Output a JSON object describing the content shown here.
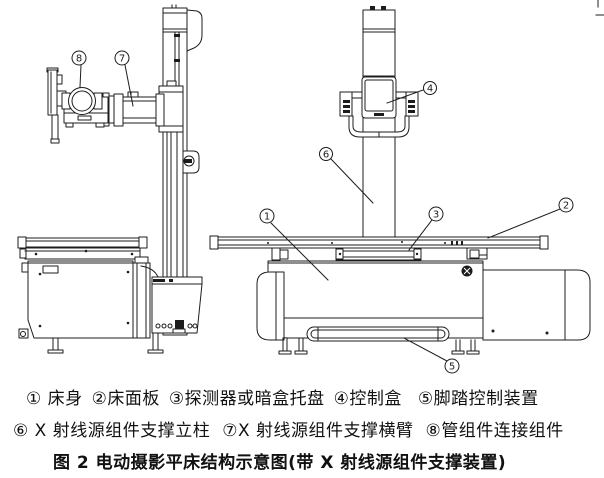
{
  "callouts": {
    "c1": "1",
    "c2": "2",
    "c3": "3",
    "c4": "4",
    "c5": "5",
    "c6": "6",
    "c7": "7",
    "c8": "8"
  },
  "legend": {
    "line1": [
      "① 床身",
      "②床面板",
      "③探测器或暗盒托盘",
      "④控制盒",
      "⑤脚踏控制装置"
    ],
    "line2": [
      "⑥ X 射线源组件支撑立柱",
      "⑦X 射线源组件支撑横臂",
      "⑧管组件连接组件"
    ]
  },
  "caption": "图 2 电动摄影平床结构示意图(带 X 射线源组件支撑装置)",
  "colors": {
    "line": "#1c1c1c",
    "background": "#ffffff"
  }
}
